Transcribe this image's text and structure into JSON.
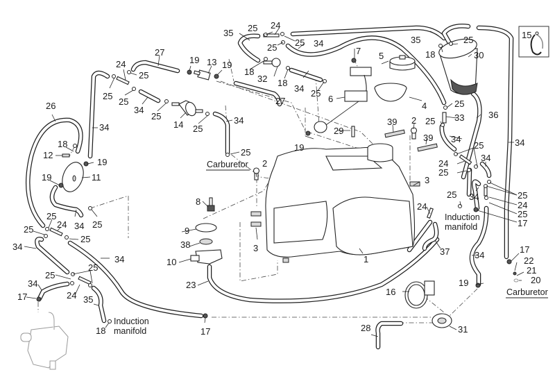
{
  "diagram": {
    "title": "Fuel tank and fuel/vent hose layout (exploded parts view)",
    "notes": {
      "carburetor_top": "Carburetor",
      "carburetor_right": "Carburetor",
      "induction_right_1": "Induction",
      "induction_right_2": "manifold",
      "induction_left_1": "Induction",
      "induction_left_2": "manifold"
    },
    "inset": {
      "label": "15",
      "part": "hose-clamp"
    },
    "callouts": {
      "c1": "1",
      "c2a": "2",
      "c2b": "2",
      "c3a": "3",
      "c3b": "3",
      "c4": "4",
      "c5": "5",
      "c6": "6",
      "c7": "7",
      "c8": "8",
      "c9": "9",
      "c10": "10",
      "c11": "11",
      "c12": "12",
      "c13": "13",
      "c14": "14",
      "c16": "16",
      "c17a": "17",
      "c17b": "17",
      "c17c": "17",
      "c17d": "17",
      "c18a": "18",
      "c18b": "18",
      "c18c": "18",
      "c18d": "18",
      "c18e": "18",
      "c19a": "19",
      "c19b": "19",
      "c19c": "19",
      "c19d": "19",
      "c19e": "19",
      "c19f": "19",
      "c20": "20",
      "c21": "21",
      "c22": "22",
      "c23": "23",
      "c24a": "24",
      "c24b": "24",
      "c24c": "24",
      "c24d": "24",
      "c24e": "24",
      "c24f": "24",
      "c24g": "24",
      "c25a": "25",
      "c25b": "25",
      "c25c": "25",
      "c25d": "25",
      "c25e": "25",
      "c25f": "25",
      "c25g": "25",
      "c25h": "25",
      "c25i": "25",
      "c25j": "25",
      "c25k": "25",
      "c25l": "25",
      "c25m": "25",
      "c25n": "25",
      "c25o": "25",
      "c25p": "25",
      "c25q": "25",
      "c25r": "25",
      "c25s": "25",
      "c25t": "25",
      "c25u": "25",
      "c25v": "25",
      "c25w": "25",
      "c25x": "25",
      "c25y": "25",
      "c25z": "25",
      "c26": "26",
      "c27a": "27",
      "c27b": "27",
      "c28": "28",
      "c29": "29",
      "c30": "30",
      "c31": "31",
      "c32": "32",
      "c33": "33",
      "c34a": "34",
      "c34b": "34",
      "c34c": "34",
      "c34d": "34",
      "c34e": "34",
      "c34f": "34",
      "c34g": "34",
      "c34h": "34",
      "c34i": "34",
      "c34j": "34",
      "c34k": "34",
      "c34l": "34",
      "c34m": "34",
      "c34n": "34",
      "c34o": "34",
      "c34p": "34",
      "c35a": "35",
      "c35b": "35",
      "c35c": "35",
      "c36": "36",
      "c37": "37",
      "c38": "38",
      "c39a": "39",
      "c39b": "39"
    }
  }
}
